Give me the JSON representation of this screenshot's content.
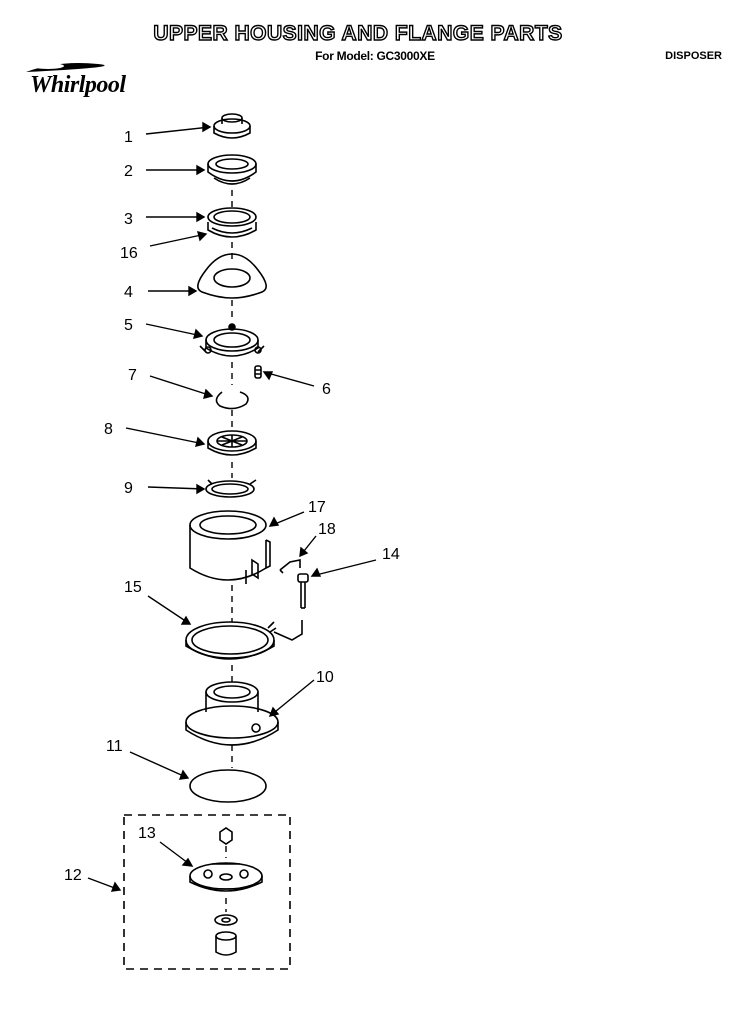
{
  "header": {
    "title": "UPPER HOUSING AND FLANGE PARTS",
    "subtitle": "For Model: GC3000XE",
    "category": "DISPOSER",
    "brand": "Whirlpool"
  },
  "callouts": [
    "1",
    "2",
    "3",
    "16",
    "4",
    "5",
    "7",
    "6",
    "8",
    "9",
    "17",
    "18",
    "14",
    "15",
    "10",
    "11",
    "13",
    "12"
  ]
}
